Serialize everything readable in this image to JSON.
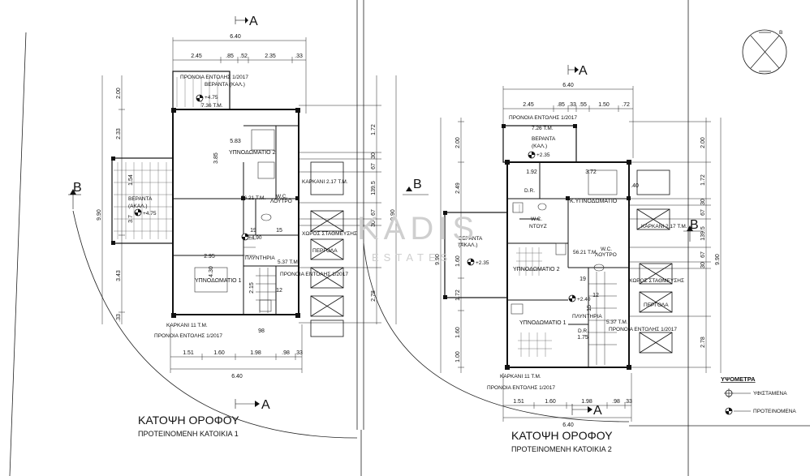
{
  "watermark": {
    "brand": "KADIS",
    "sub": "ESTATES"
  },
  "compass": {
    "north_label": "B"
  },
  "section_labels": {
    "a": "A",
    "b": "B"
  },
  "plan1": {
    "title": "ΚΑΤΟΨΗ ΟΡΟΦΟΥ",
    "subtitle": "ΠΡΟΤΕΙΝΟΜΕΝΗ ΚΑΤΟΙΚΙΑ  1",
    "top_total": "6.40",
    "top_dims": [
      "2.45",
      ".85",
      ".52",
      "2.35",
      ".33"
    ],
    "bottom_total": "6.40",
    "bottom_dims": [
      "1.51",
      "1.60",
      "1.98",
      ".98",
      ".33"
    ],
    "left_dims": [
      "2.00",
      "2.33",
      "3.85",
      "3.43",
      ".33"
    ],
    "left_total": "9.90",
    "right_dims": [
      "1.72",
      "30",
      "67",
      "139.5",
      "67",
      "30",
      "2.78"
    ],
    "right_total": "9.90",
    "inner_dims": [
      "5.83",
      "2.95",
      "1.54",
      "3.7",
      "4.30",
      "2.15",
      "19",
      "15",
      "12",
      "98"
    ],
    "rooms": {
      "veranda_top": "ΒΕΡΑΝΤΑ\n(ΚΑΛ.)",
      "provision_top": "ΠΡΟΝΟΙΑ ΕΝΤΟΛΗΣ 1/2017",
      "level_top": "+4.75",
      "area_top": "7.36 Τ.Μ.",
      "bedroom2": "ΥΠΝΟΔΩΜΑΤΙΟ 2",
      "veranda_left": "ΒΕΡΑΝΤΑ",
      "veranda_left_sub": "(ΑΚΑΛ.)",
      "level_left": "+4.75",
      "area_mid": "56.21 Τ.Μ.",
      "wc": "W.C.",
      "bathroom": "ΛΟΥΤΡΟ",
      "level_mid": "+4.90",
      "bedroom1": "ΥΠΝΟΔΩΜΑΤΙΟ 1",
      "laundry": "ΠΛΥΝΤΗΡΙΑ",
      "area_laundry": "5.37 Τ.Μ.",
      "provision_mid": "ΠΡΟΝΟΙΑ ΕΝΤΟΛΗΣ 1/2017",
      "karkani_right": "ΚΑΡΚΑΝΙ  2.17 Τ.Μ.",
      "parking": "ΧΩΡΟΣ ΣΤΑΘΜΕΥΣΗΣ",
      "pergola": "ΠΕΡΓΟΛΑ",
      "karkani_bottom": "ΚΑΡΚΑΝΙ  11 Τ.Μ.",
      "provision_bottom": "ΠΡΟΝΟΙΑ ΕΝΤΟΛΗΣ 1/2017"
    }
  },
  "plan2": {
    "title": "ΚΑΤΟΨΗ ΟΡΟΦΟΥ",
    "subtitle": "ΠΡΟΤΕΙΝΟΜΕΝΗ ΚΑΤΟΙΚΙΑ  2",
    "top_total": "6.40",
    "top_dims": [
      "2.45",
      ".85",
      ".33",
      ".55",
      "1.50",
      ".72"
    ],
    "bottom_total": "6.40",
    "bottom_dims": [
      "1.51",
      "1.60",
      "1.98",
      ".98",
      ".33"
    ],
    "left_dims": [
      "2.00",
      "2.49",
      "1.60",
      "1.72",
      "1.60",
      "1.00"
    ],
    "left_total": "9.90",
    "right_dims": [
      "2.00",
      "1.72",
      "30",
      "67",
      "139.5",
      "67",
      "30",
      "2.78"
    ],
    "right_total": "9.90",
    "inner_dims": [
      "1.92",
      "3.72",
      ".40",
      "19",
      "15",
      "12",
      "1.75"
    ],
    "rooms": {
      "provision_top": "ΠΡΟΝΟΙΑ ΕΝΤΟΛΗΣ 1/2017",
      "area_top": "7.26 Τ.Μ.",
      "veranda_top": "ΒΕΡΑΝΤΑ",
      "veranda_top_sub": "(ΚΑΛ.)",
      "level_top": "+2.35",
      "dr1": "D.R.",
      "master_bedroom": "Κ.ΥΠΝΟΔΩΜΑΤΙΟ",
      "wc": "W.C.",
      "shower": "ΝΤΟΥΖ",
      "veranda_left": "ΒΕΡΑΝΤΑ",
      "veranda_left_sub": "(ΑΚΑΛ.)",
      "level_left": "+2.35",
      "bedroom2": "ΥΠΝΟΔΩΜΑΤΙΟ 2",
      "area_mid": "56.21 Τ.Μ.",
      "wc2": "W.C.",
      "bathroom": "ΛΟΥΤΡΟ",
      "level_mid": "+2.40",
      "laundry": "ΠΛΥΝΤΗΡΙΑ",
      "bedroom1": "ΥΠΝΟΔΩΜΑΤΙΟ 1",
      "dr2": "D.R.",
      "area_laundry": "5.37 Τ.Μ.",
      "provision_mid": "ΠΡΟΝΟΙΑ ΕΝΤΟΛΗΣ 1/2017",
      "karkani_right": "ΚΑΡΚΑΝΙ  2.17 Τ.Μ.",
      "parking": "ΧΩΡΟΣ ΣΤΑΘΜΕΥΣΗΣ",
      "pergola": "ΠΕΡΓΟΛΑ",
      "karkani_bottom": "ΚΑΡΚΑΝΙ  11 Τ.Μ.",
      "provision_bottom": "ΠΡΟΝΟΙΑ ΕΝΤΟΛΗΣ 1/2017"
    }
  },
  "legend": {
    "title": "ΥΨΟΜΕΤΡΑ",
    "existing": "ΥΦΙΣΤΑΜΕΝΑ",
    "proposed": "ΠΡΟΤΕΙΝΟΜΕΝΑ"
  }
}
